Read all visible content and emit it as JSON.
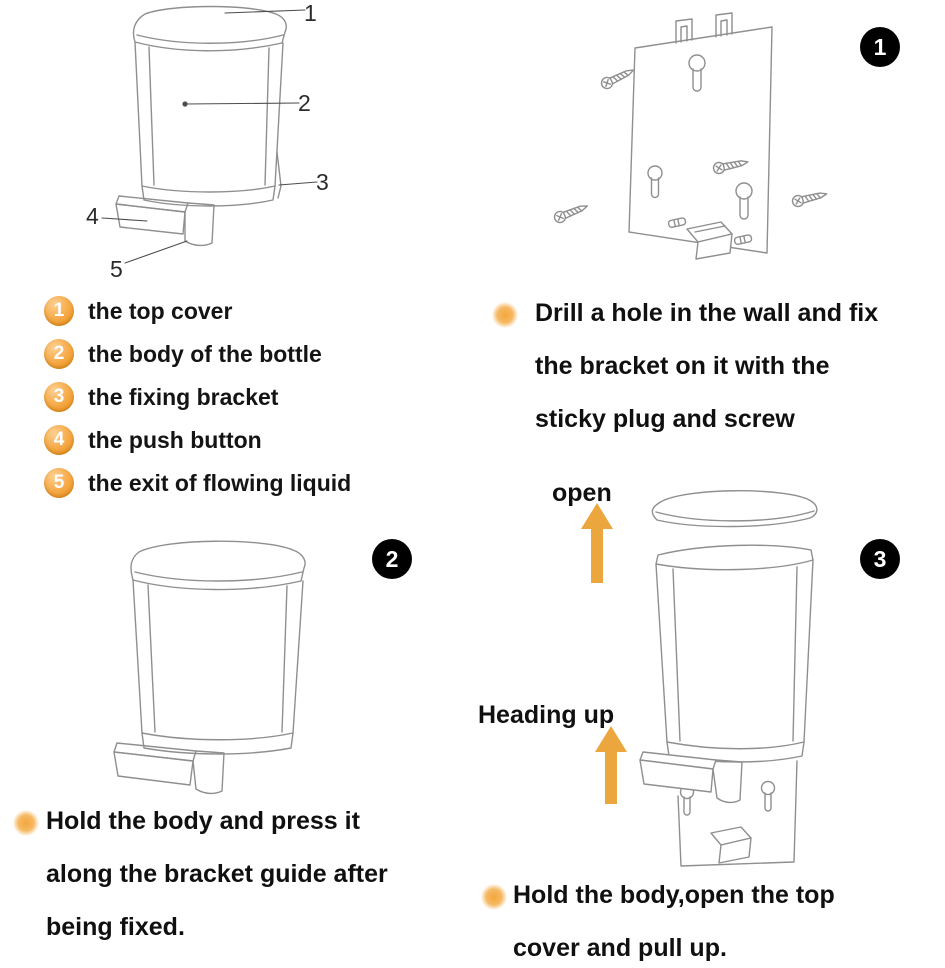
{
  "colors": {
    "accent_orange": "#F2A43C",
    "arrow_orange": "#EBA63E",
    "badge_black": "#000000",
    "line_gray": "#8F8F8F",
    "text_black": "#111111"
  },
  "parts_diagram": {
    "callouts": [
      "1",
      "2",
      "3",
      "4",
      "5"
    ]
  },
  "legend": {
    "items": [
      {
        "num": "1",
        "label": "the top cover"
      },
      {
        "num": "2",
        "label": "the body of the bottle"
      },
      {
        "num": "3",
        "label": "the fixing bracket"
      },
      {
        "num": "4",
        "label": "the push button"
      },
      {
        "num": "5",
        "label": "the exit of flowing liquid"
      }
    ]
  },
  "steps": {
    "step1": {
      "badge": "1",
      "lines": [
        "Drill a hole in the wall and fix",
        "the bracket on it with the",
        "sticky plug and screw"
      ]
    },
    "step2": {
      "badge": "2",
      "lines": [
        "Hold the body and press it",
        "along the bracket guide after",
        "being fixed."
      ]
    },
    "step3": {
      "badge": "3",
      "lines": [
        "Hold the body,open the top",
        "cover and pull up."
      ]
    }
  },
  "annotations": {
    "open_label": "open",
    "heading_up_label": "Heading up"
  }
}
